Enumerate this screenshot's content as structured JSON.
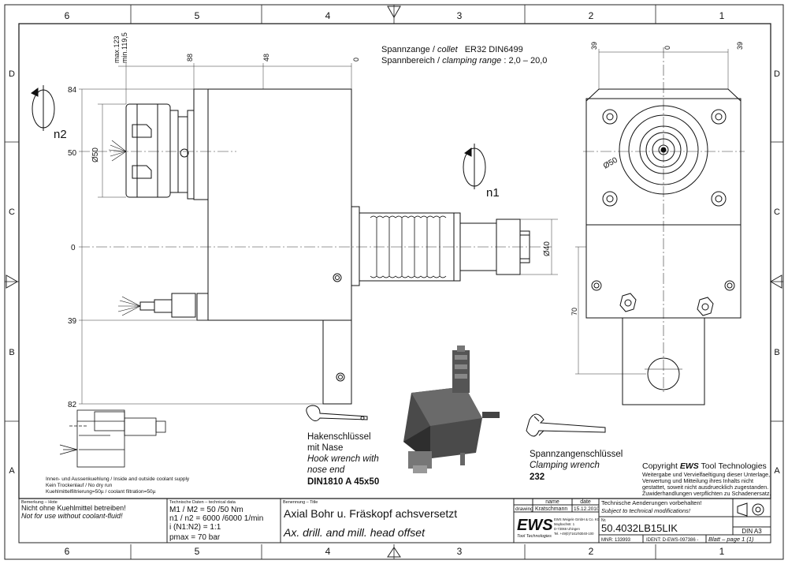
{
  "grid": {
    "cols_top": [
      "6",
      "5",
      "4",
      "3",
      "2",
      "1"
    ],
    "cols_bottom": [
      "6",
      "5",
      "4",
      "3",
      "2",
      "1"
    ],
    "rows_left": [
      "D",
      "C",
      "B",
      "A"
    ],
    "rows_right": [
      "D",
      "C",
      "B",
      "A"
    ]
  },
  "collet": {
    "line1_de": "Spannzange /",
    "line1_en": "collet",
    "line1_spec": "ER32   DIN6499",
    "line2_de": "Spannbereich /",
    "line2_en": "clamping range",
    "line2_value": ": 2,0 – 20,0"
  },
  "dims_side": {
    "max": "max.123",
    "min": "min.119,5",
    "d88": "88",
    "d48": "48",
    "d0": "0",
    "y84": "84",
    "y50": "50",
    "y0": "0",
    "y39": "39",
    "y82": "82",
    "dia50": "Ø50",
    "dia40": "Ø40",
    "n1": "n1",
    "n2": "n2"
  },
  "dims_front": {
    "left39": "39",
    "zero": "0",
    "right39": "39",
    "dia50": "Ø50",
    "h70": "70"
  },
  "hook_wrench": {
    "de1": "Hakenschlüssel",
    "de2": "mit Nase",
    "en1": "Hook wrench with",
    "en2": "nose end",
    "spec": "DIN1810  A 45x50"
  },
  "collet_wrench": {
    "de": "Spannzangenschlüssel",
    "en": "Clamping wrench",
    "spec": "232"
  },
  "copyright": {
    "line1_a": "Copyright ",
    "line1_b": "EWS",
    "line1_c": " Tool Technologies",
    "line2": "Weitergabe und Vervielfaeltigung dieser Unterlage,",
    "line3": "Verwertung und Mitteilung ihres Inhalts nicht",
    "line4": "gestattet, soweit nicht ausdruecklich zugestanden.",
    "line5": "Zuwiderhandlungen verpflichten zu Schadenersatz."
  },
  "coolant_notes": {
    "line1": "Innen- und Aussenkuehlung / Inside and outside coolant supply",
    "line2": "Kein Trockenlauf / No dry run",
    "line3": "Kuehlmittelfiltrierung=50µ / coolant filtration=50µ"
  },
  "title_block": {
    "remark_label": "Bemerkung – Hote",
    "remark_de": "Nicht ohne Kuehlmittel betreiben!",
    "remark_en": "Not for use without coolant-fluid!",
    "tech_label": "Technische Daten – technical data",
    "tech_m": "M1 / M2 = 50  /50  Nm",
    "tech_n": "n1 / n2 = 6000 /6000  1/min",
    "tech_i": "i  (N1:N2)  = 1:1",
    "tech_p": "pmax       = 70  bar",
    "title_label": "Benennung – Title",
    "title_de": "Axial Bohr u. Fräskopf achsversetzt",
    "title_en": "Ax. drill. and mill. head offset",
    "col_name": "name",
    "col_date": "date",
    "row_label": "drawing",
    "drawn_by": "Kratschmann",
    "drawn_date": "15.12.2010",
    "logo": "EWS",
    "logo_sub": "Tool Technologies",
    "addr1": "EWS Weigele GmbH & Co. KG",
    "addr2": "Maybachstr. 1",
    "addr3": "D-73066 Uhingen",
    "addr4": "Tel. +49(0)7161/93040-100",
    "changes_de": "Technische Aenderungen vorbehalten!",
    "changes_en": "Subject to technical modifications!",
    "nr_label": "Nr.",
    "part_number": "50.4032LB15LIK",
    "format": "DIN A3",
    "mnr": "MNR: 133993",
    "ident": "IDENT: D-EWS-097386 -",
    "sheet": "Blatt – page  1 (1)"
  }
}
